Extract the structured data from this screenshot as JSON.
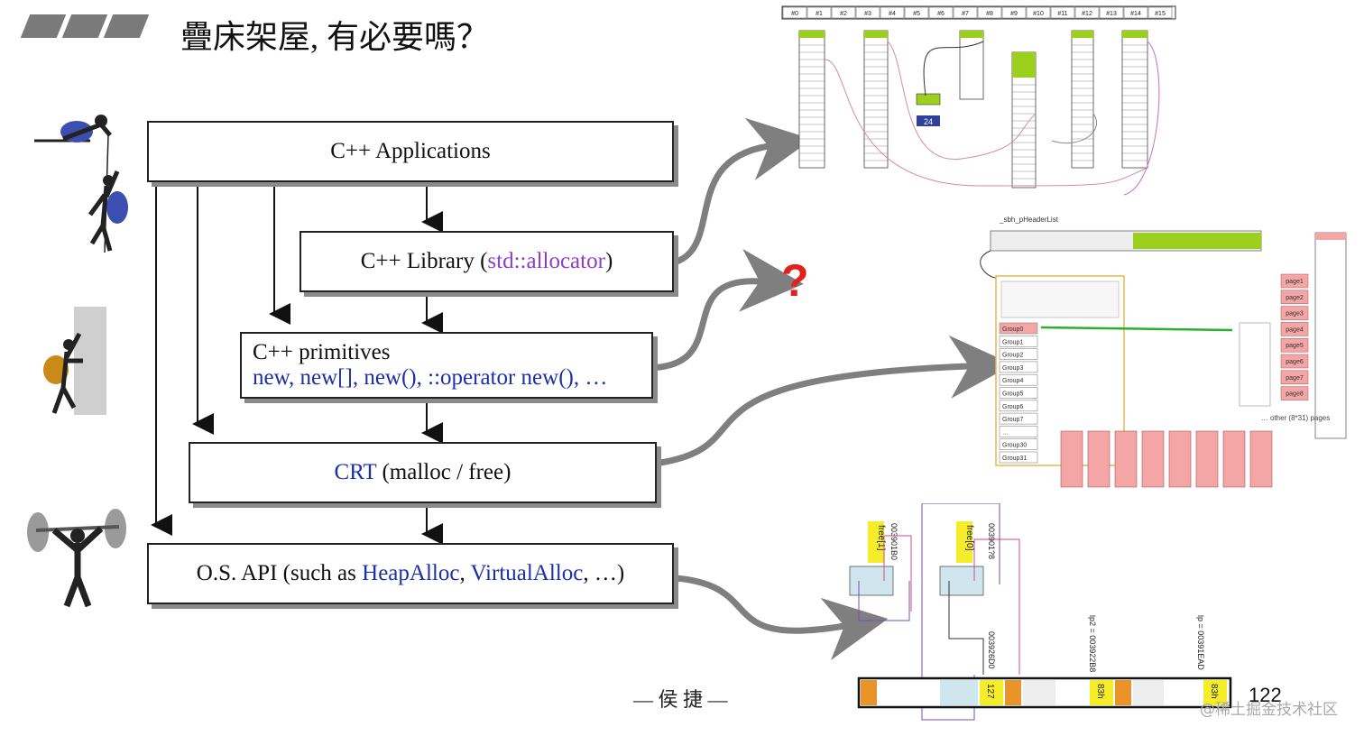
{
  "slide": {
    "title": "疊床架屋, 有必要嗎？",
    "author": "— 侯 捷 —",
    "page_number": "122",
    "watermark": "@稀土掘金技术社区"
  },
  "layers": {
    "applications": "C++ Applications",
    "library_prefix": "C++ Library (",
    "library_accent": "std::allocator",
    "library_suffix": ")",
    "primitives_line1": "C++ primitives",
    "primitives_line2": "new, new[], new(), ::operator new(), …",
    "crt_accent": "CRT",
    "crt_rest": " (malloc / free)",
    "os_prefix": "O.S. API (such as ",
    "os_accent1": "HeapAlloc",
    "os_sep": ", ",
    "os_accent2": "VirtualAlloc",
    "os_suffix": ", …)"
  },
  "annotations": {
    "question_mark": "?"
  },
  "diagram_top": {
    "slot_labels": [
      "#0",
      "#1",
      "#2",
      "#3",
      "#4",
      "#5",
      "#6",
      "#7",
      "#8",
      "#9",
      "#10",
      "#11",
      "#12",
      "#13",
      "#14",
      "#15"
    ],
    "chunk_label": "24"
  },
  "diagram_mid": {
    "header_label": "_sbh_pHeaderList",
    "groups": [
      "Group0",
      "Group1",
      "Group2",
      "Group3",
      "Group4",
      "Group5",
      "Group6",
      "Group7",
      "…",
      "Group30",
      "Group31"
    ],
    "pages": [
      "page1",
      "page2",
      "page3",
      "page4",
      "page5",
      "page6",
      "page7",
      "page8"
    ],
    "pages_note": "… other (8*31) pages"
  },
  "diagram_bottom": {
    "free_labels": [
      "free[1]",
      "free[0]"
    ],
    "addr_labels": [
      "003901B0",
      "003901?8",
      "003926D0"
    ],
    "lp_labels": [
      "lp2 = 003922B8",
      "lp = 00391EAD"
    ],
    "block_labels": [
      "127",
      "83h",
      "83h"
    ]
  },
  "colors": {
    "accent_blue": "#1a2fa8",
    "accent_purple": "#8a3ec8",
    "question_red": "#e0211d",
    "arrow_gray": "#7f7f7f",
    "green": "#9ccf1e",
    "pink": "#f4a5a5",
    "yellow": "#f5ec2a",
    "lightblue": "#cfe6ef",
    "orange": "#e8942a"
  }
}
